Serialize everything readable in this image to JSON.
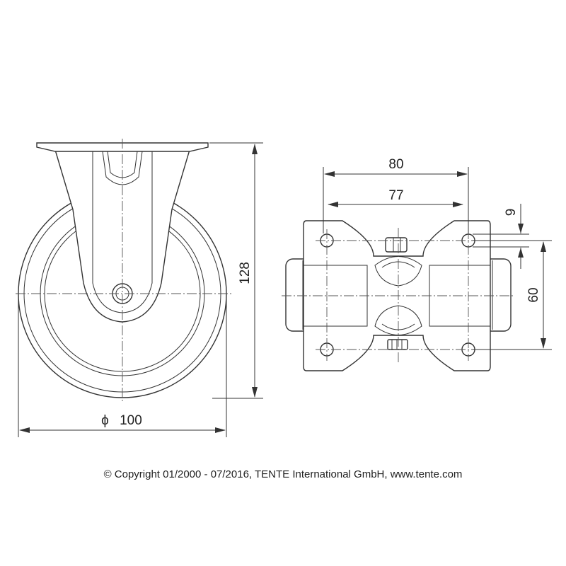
{
  "dimensions": {
    "diameter_symbol": "ϕ",
    "diameter": "100",
    "height": "128",
    "plate_width": "80",
    "hole_spacing": "77",
    "hole_size": "9",
    "plate_depth": "60"
  },
  "footer": {
    "copyright": "© Copyright 01/2000 - 07/2016, TENTE International GmbH, www.tente.com"
  }
}
